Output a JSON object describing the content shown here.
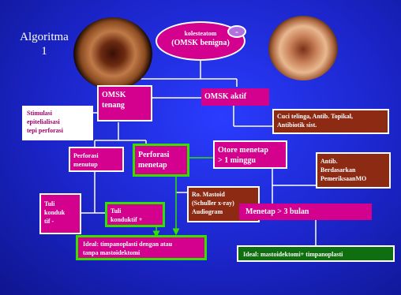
{
  "title": {
    "line1": "Algoritma",
    "line2": "1"
  },
  "minus_badge": "-",
  "nodes": {
    "omsk_benign_l1": "kolesteatom",
    "omsk_benign_l2": "(OMSK benigna)",
    "omsk_tenang_l1": "OMSK",
    "omsk_tenang_l2": "tenang",
    "omsk_aktif": "OMSK aktif",
    "stimulasi_l1": "Stimulasi",
    "stimulasi_l2": "epitelialisasi",
    "stimulasi_l3": "tepi perforasi",
    "cuci_l1": "Cuci telinga, Antib. Topikal,",
    "cuci_l2": "Antibiotik sist.",
    "perforasi_menutup_l1": "Perforasi",
    "perforasi_menutup_l2": "menutup",
    "perforasi_menetap_l1": "Perforasi",
    "perforasi_menetap_l2": "menetap",
    "otore_l1": "Otore menetap",
    "otore_l2": "> 1 minggu",
    "antib_l1": "Antib.",
    "antib_l2": "Berdasarkan",
    "antib_l3": "PemeriksaanMO",
    "ro_l1": "Ro. Mastoid",
    "ro_l2": "(Schuller x-ray)",
    "ro_l3": "Audiogram",
    "tuli_kondtif_l1": "Tuli",
    "tuli_kondtif_l2": "konduk",
    "tuli_kondtif_l3": "tif -",
    "tuli_plus_l1": "Tuli",
    "tuli_plus_l2": "konduktif +",
    "menetap_3": "Menetap > 3 bulan",
    "ideal_timpano_l1": "Ideal: timpanoplasti dengan atau",
    "ideal_timpano_l2": "tanpa mastoidektomi",
    "ideal_mastoid": "Ideal: mastoidektomi+ timpanoplasti"
  },
  "colors": {
    "background": "#1b25c9",
    "magenta": "#d4008e",
    "green_border": "#33e000",
    "brown": "#8c2a14",
    "dark_green": "#0f6e0f",
    "line_white": "#ffffff",
    "line_green": "#33e000"
  }
}
